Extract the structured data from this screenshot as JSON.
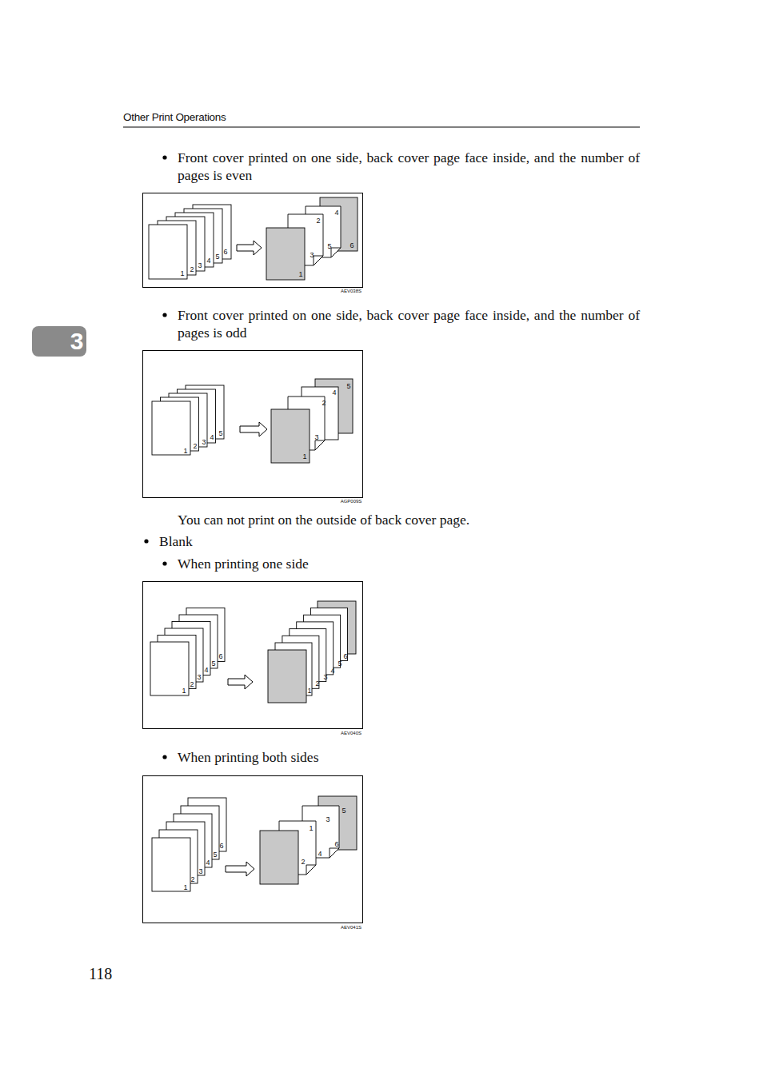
{
  "diagram": {
    "labels": [
      "Other Print Operations",
      "3",
      "Front cover printed on one side, back cover page face inside, and the number of pages is even",
      "1",
      "2",
      "3",
      "4",
      "5",
      "6",
      "1",
      "2",
      "3",
      "4",
      "5",
      "6",
      "AEV038S",
      "Front cover printed on one side, back cover page face inside, and the number of pages is odd",
      "1",
      "2",
      "3",
      "4",
      "5",
      "1",
      "2",
      "3",
      "4",
      "5",
      "AGP009S",
      "You can not print on the outside of back cover page.",
      "Blank",
      "When printing one side",
      "1",
      "2",
      "3",
      "4",
      "5",
      "6",
      "1",
      "2",
      "3",
      "4",
      "5",
      "6",
      "AEV040S",
      "When printing both sides",
      "1",
      "2",
      "3",
      "4",
      "5",
      "6",
      "1",
      "2",
      "3",
      "4",
      "5",
      "6",
      "AEV041S",
      "118"
    ]
  }
}
